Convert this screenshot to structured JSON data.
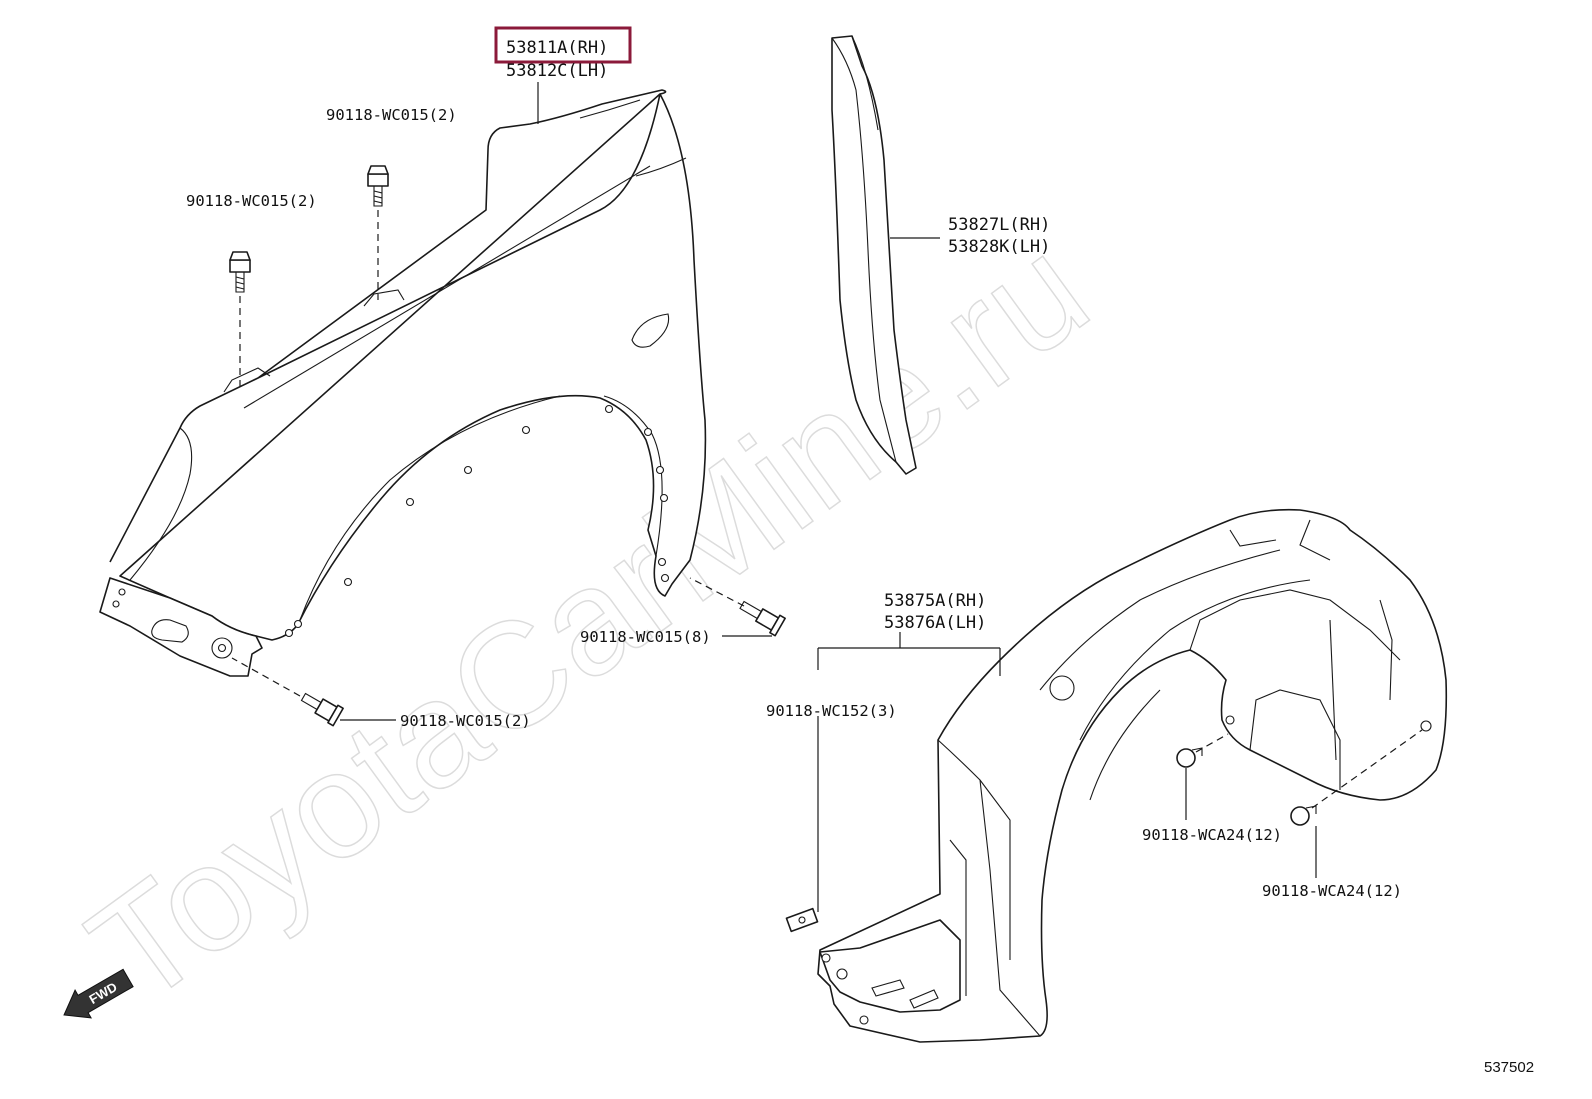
{
  "watermark": "ToyotaCarMine.ru",
  "highlight_color": "#8b1a3a",
  "parts": {
    "fender": {
      "rh": "53811A(RH)",
      "lh": "53812C(LH)"
    },
    "seal": {
      "rh": "53827L(RH)",
      "lh": "53828K(LH)"
    },
    "liner": {
      "rh": "53875A(RH)",
      "lh": "53876A(LH)"
    }
  },
  "fasteners": {
    "bolt_top_1": "90118-WC015(2)",
    "bolt_top_2": "90118-WC015(2)",
    "bolt_wheel": "90118-WC015(8)",
    "bolt_front": "90118-WC015(2)",
    "clip_nut": "90118-WC152(3)",
    "clip_a": "90118-WCA24(12)",
    "clip_b": "90118-WCA24(12)"
  },
  "fwd_label": "FWD",
  "diagram_id": "537502"
}
